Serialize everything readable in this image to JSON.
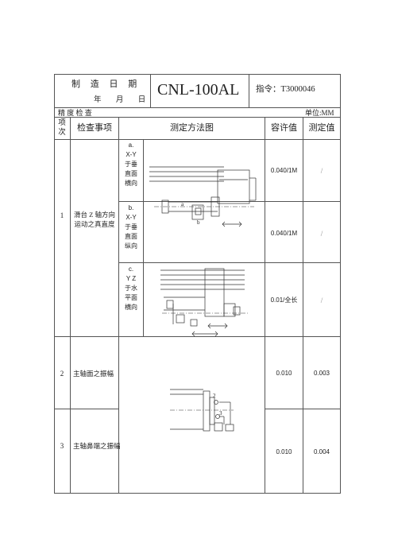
{
  "header": {
    "made_date_label": "制 造 日 期",
    "made_date_units": "年 月 日",
    "model": "CNL-100AL",
    "instruction_label": "指令：",
    "instruction_code": "T3000046"
  },
  "subheader": {
    "title": "精 度 检 查",
    "unit": "单位:MM"
  },
  "columns": {
    "item_no": "项\n次",
    "check_item": "检查事项",
    "method": "测定方法图",
    "tolerance": "容许值",
    "measured": "测定值"
  },
  "rows": [
    {
      "no": "1",
      "item": "滑台 Z 轴方向\n运动之真直度",
      "subitems": [
        {
          "label": "a.\nX-Y\n于垂\n直面\n横向",
          "tolerance": "0.040/1M",
          "measured": "/"
        },
        {
          "label": "b.\nX-Y\n于垂\n直面\n纵向",
          "tolerance": "0.040/1M",
          "measured": "/"
        },
        {
          "label": "c.\nY Z\n于水\n平面\n横向",
          "tolerance": "0.01/全长",
          "measured": "/"
        }
      ]
    },
    {
      "no": "2",
      "item": "主轴面之振幅",
      "tolerance": "0.010",
      "measured": "0.003"
    },
    {
      "no": "3",
      "item": "主轴鼻端之振幅",
      "tolerance": "0.010",
      "measured": "0.004"
    }
  ],
  "diagram_labels": {
    "a": "a",
    "b": "b",
    "num2": "2",
    "num3": "3"
  }
}
